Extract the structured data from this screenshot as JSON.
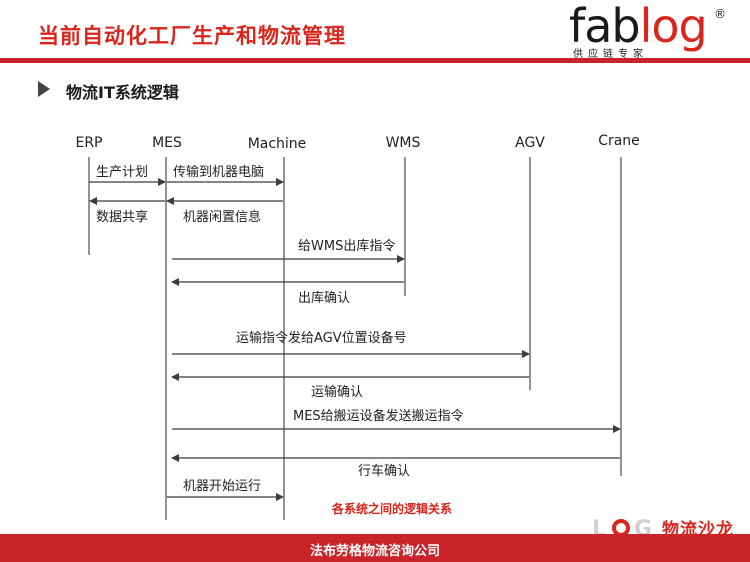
{
  "header": {
    "title": "当前自动化工厂生产和物流管理",
    "logo": {
      "main_dark": "fab",
      "main_red": "log",
      "registered": "®",
      "subtitle": "供应链专家"
    }
  },
  "section": {
    "title": "物流IT系统逻辑"
  },
  "diagram": {
    "participants": [
      {
        "id": "erp",
        "label": "ERP"
      },
      {
        "id": "mes",
        "label": "MES"
      },
      {
        "id": "machine",
        "label": "Machine"
      },
      {
        "id": "wms",
        "label": "WMS"
      },
      {
        "id": "agv",
        "label": "AGV"
      },
      {
        "id": "crane",
        "label": "Crane"
      }
    ],
    "messages": [
      {
        "label": "生产计划",
        "from": "erp",
        "to": "mes"
      },
      {
        "label": "传输到机器电脑",
        "from": "mes",
        "to": "machine"
      },
      {
        "label": "数据共享",
        "from": "mes",
        "to": "erp"
      },
      {
        "label": "机器闲置信息",
        "from": "machine",
        "to": "mes"
      },
      {
        "label": "给WMS出库指令",
        "from": "mes",
        "to": "wms"
      },
      {
        "label": "出库确认",
        "from": "wms",
        "to": "mes"
      },
      {
        "label": "运输指令发给AGV位置设备号",
        "from": "mes",
        "to": "agv"
      },
      {
        "label": "运输确认",
        "from": "agv",
        "to": "mes"
      },
      {
        "label": "MES给搬运设备发送搬运指令",
        "from": "mes",
        "to": "crane"
      },
      {
        "label": "行车确认",
        "from": "crane",
        "to": "mes"
      },
      {
        "label": "机器开始运行",
        "from": "mes",
        "to": "machine"
      }
    ],
    "note": "各系统之间的逻辑关系"
  },
  "watermark": {
    "letter_l": "L",
    "letter_g": "G",
    "text": "物流沙龙"
  },
  "footer": {
    "text": "法布劳格物流咨询公司"
  },
  "colors": {
    "accent_red": "#d9261c",
    "bar_red": "#c8242a",
    "line": "#3c3c3c"
  }
}
